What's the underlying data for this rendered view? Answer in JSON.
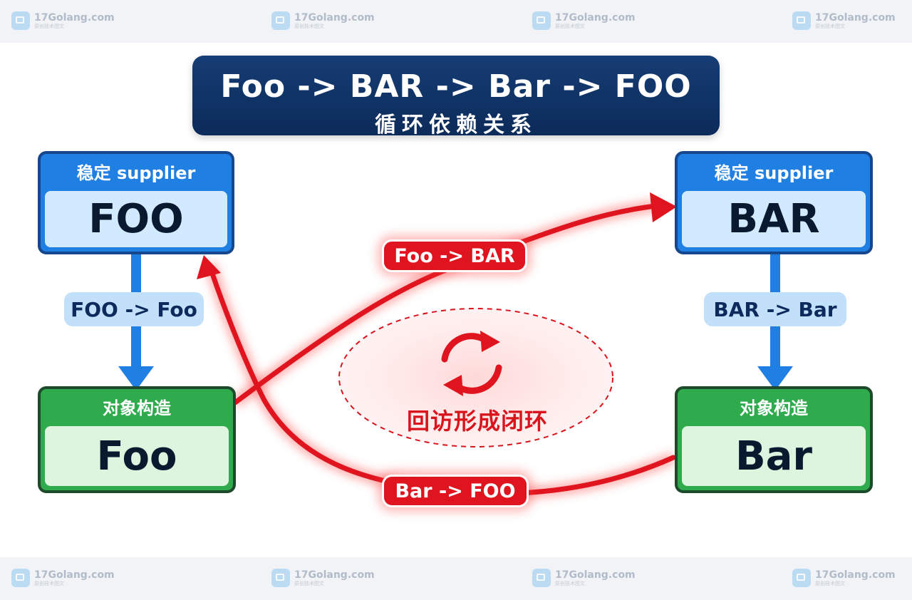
{
  "watermark": {
    "text": "17Golang.com",
    "subtext": "原创技术图文"
  },
  "title": {
    "line1": "Foo -> BAR -> Bar -> FOO",
    "line2": "循环依赖关系"
  },
  "nodes": {
    "foo_supplier": {
      "header": "稳定 supplier",
      "name": "FOO"
    },
    "bar_supplier": {
      "header": "稳定 supplier",
      "name": "BAR"
    },
    "foo_object": {
      "header": "对象构造",
      "name": "Foo"
    },
    "bar_object": {
      "header": "对象构造",
      "name": "Bar"
    }
  },
  "edges": {
    "foo_supplier_to_object": "FOO -> Foo",
    "bar_supplier_to_object": "BAR -> Bar",
    "foo_to_bar": "Foo -> BAR",
    "bar_to_foo": "Bar -> FOO"
  },
  "cycle": {
    "label": "回访形成闭环",
    "icon": "refresh-cycle-icon"
  },
  "colors": {
    "title_bg": "#0c2b5a",
    "supplier_header": "#1f7fe3",
    "supplier_body": "#d2eaff",
    "object_header": "#2faa4c",
    "object_body": "#ddf5df",
    "dependency_arrow": "#1f7fe3",
    "cycle_red": "#e0141e"
  }
}
